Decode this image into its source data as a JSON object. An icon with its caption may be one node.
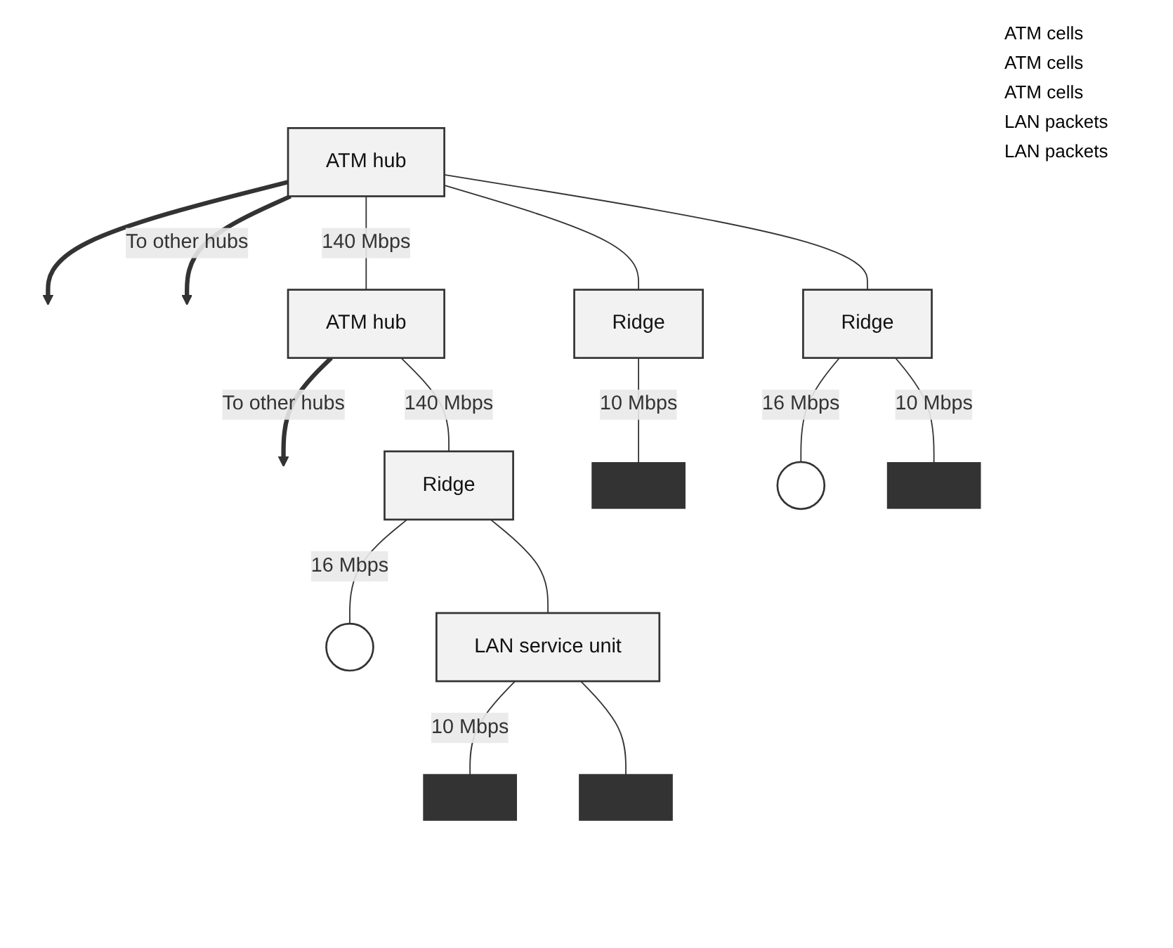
{
  "diagram": {
    "nodes": [
      {
        "text": [
          "ATM hub"
        ]
      },
      {
        "text": [
          "ATM hub"
        ]
      },
      {
        "text": [
          "Ridge"
        ]
      },
      {
        "text": [
          "Ridge"
        ]
      },
      {
        "text": [
          "Ridge"
        ]
      },
      {
        "text": [
          "LAN service unit"
        ]
      },
      {
        "text": [],
        "shape": "bar"
      },
      {
        "text": [],
        "shape": "circle"
      },
      {
        "text": [],
        "shape": "bar"
      },
      {
        "text": [],
        "shape": "circle"
      },
      {
        "text": [],
        "shape": "bar"
      },
      {
        "text": [],
        "shape": "bar"
      }
    ],
    "edges": [
      {
        "from": 0,
        "to": null,
        "arrow": "to",
        "style": "thick"
      },
      {
        "from": 0,
        "to": null,
        "arrow": "to",
        "label": "To other hubs",
        "style": "thick"
      },
      {
        "from": 0,
        "to": 1,
        "arrow": "none",
        "label": "140 Mbps"
      },
      {
        "from": 1,
        "to": null,
        "arrow": "to",
        "label": "To other hubs",
        "style": "thick"
      },
      {
        "from": 0,
        "to": 2,
        "arrow": "none"
      },
      {
        "from": 0,
        "to": 3,
        "arrow": "none"
      },
      {
        "from": 1,
        "to": 4,
        "arrow": "none",
        "label": "140 Mbps"
      },
      {
        "from": 2,
        "to": 6,
        "arrow": "none",
        "label": "10 Mbps"
      },
      {
        "from": 3,
        "to": 7,
        "arrow": "none",
        "label": "16 Mbps"
      },
      {
        "from": 3,
        "to": 8,
        "arrow": "none",
        "label": "10 Mbps"
      },
      {
        "from": 4,
        "to": 9,
        "arrow": "none",
        "label": "16 Mbps"
      },
      {
        "from": 4,
        "to": 5,
        "arrow": "none"
      },
      {
        "from": 5,
        "to": 10,
        "arrow": "none",
        "label": "10 Mbps"
      },
      {
        "from": 5,
        "to": 11,
        "arrow": "none"
      }
    ],
    "labels": [
      "ATM cells",
      "ATM cells",
      "ATM cells",
      "LAN packets",
      "LAN packets"
    ]
  }
}
